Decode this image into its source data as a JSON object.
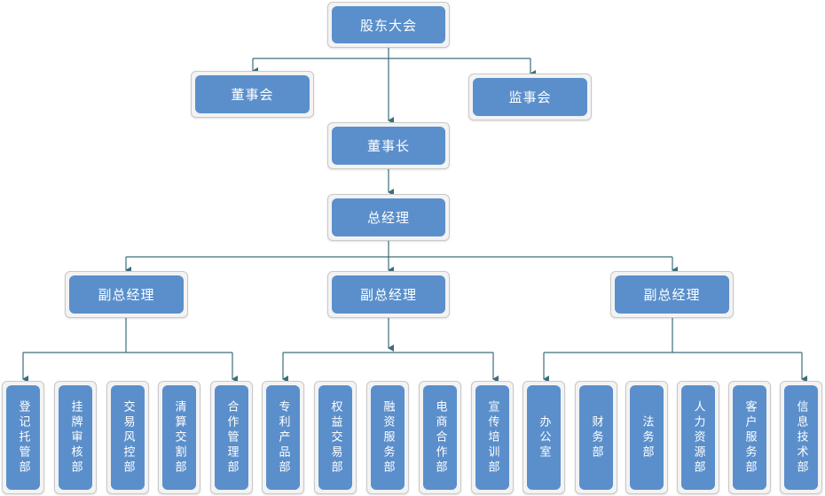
{
  "colors": {
    "node_fill": "#5b8fcb",
    "node_frame": "#f3f3f3",
    "connector": "#3d6e7a",
    "node_text": "#ffffff"
  },
  "nodes": {
    "shareholders_meeting": "股东大会",
    "board_of_directors": "董事会",
    "board_of_supervisors": "监事会",
    "chairman": "董事长",
    "general_manager": "总经理",
    "vp_left": "副总经理",
    "vp_center": "副总经理",
    "vp_right": "副总经理"
  },
  "departments": {
    "left": [
      "登记托管部",
      "挂牌审核部",
      "交易风控部",
      "清算交割部",
      "合作管理部"
    ],
    "center": [
      "专利产品部",
      "权益交易部",
      "融资服务部",
      "电商合作部",
      "宣传培训部"
    ],
    "right": [
      "办公室",
      "财务部",
      "法务部",
      "人力资源部",
      "客户服务部",
      "信息技术部"
    ]
  }
}
